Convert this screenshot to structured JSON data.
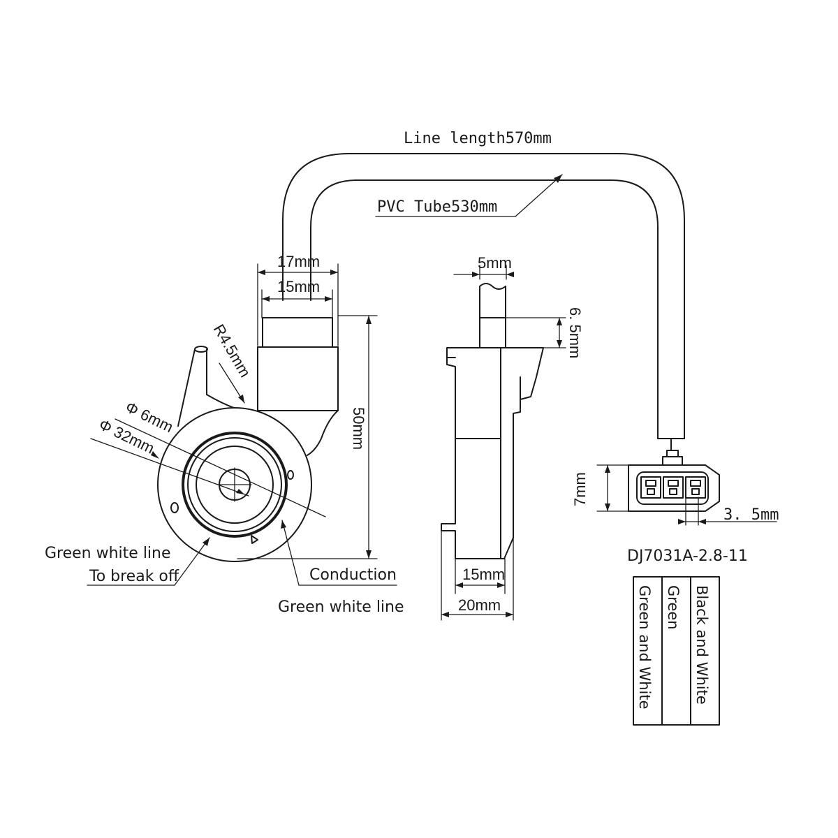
{
  "dimensions": {
    "line_length": "Line length570mm",
    "pvc_tube": "PVC Tube530mm",
    "width_outer": "17mm",
    "width_inner": "15mm",
    "radius": "R4.5mm",
    "dia_small": "Φ 6mm",
    "dia_large": "Φ 32mm",
    "height": "50mm",
    "top_width": "5mm",
    "step_height": "6. 5mm",
    "side_inner": "15mm",
    "side_outer": "20mm",
    "connector_height": "7mm",
    "pin_pitch": "3. 5mm"
  },
  "labels": {
    "green_white_line_left": "Green white line",
    "to_break_off": "To break off",
    "conduction": "Conduction",
    "green_white_line_bottom": "Green white line"
  },
  "model": "DJ7031A-2.8-11",
  "wire_table": {
    "columns": [
      "Green and White",
      "Green",
      "Black and White"
    ]
  }
}
